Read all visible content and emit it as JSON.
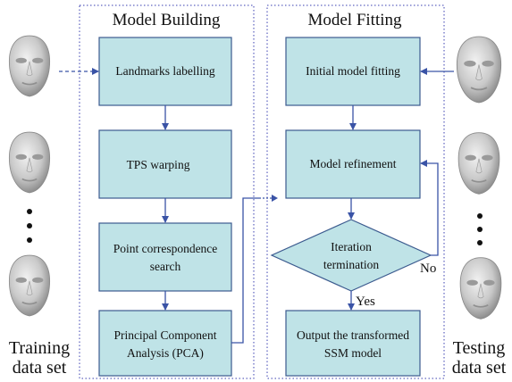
{
  "sections": {
    "model_building": "Model Building",
    "model_fitting": "Model Fitting"
  },
  "building_steps": {
    "landmarks": "Landmarks labelling",
    "tps": "TPS warping",
    "point_corr_line1": "Point correspondence",
    "point_corr_line2": "search",
    "pca_line1": "Principal Component",
    "pca_line2": "Analysis (PCA)"
  },
  "fitting_steps": {
    "initial": "Initial model fitting",
    "refinement": "Model refinement",
    "iteration_line1": "Iteration",
    "iteration_line2": "termination",
    "output_line1": "Output the transformed",
    "output_line2": "SSM model"
  },
  "edge_labels": {
    "yes": "Yes",
    "no": "No"
  },
  "side_labels": {
    "training_line1": "Training",
    "training_line2": "data set",
    "testing_line1": "Testing",
    "testing_line2": "data set"
  },
  "colors": {
    "box_fill": "#bfe3e7",
    "box_stroke": "#3c5b8f",
    "arrow": "#3a53a6",
    "panel_border": "#3a3fb0"
  },
  "face_icons": [
    "3d-face-render",
    "3d-face-render",
    "3d-face-render",
    "3d-face-render",
    "3d-face-render",
    "3d-face-render"
  ]
}
